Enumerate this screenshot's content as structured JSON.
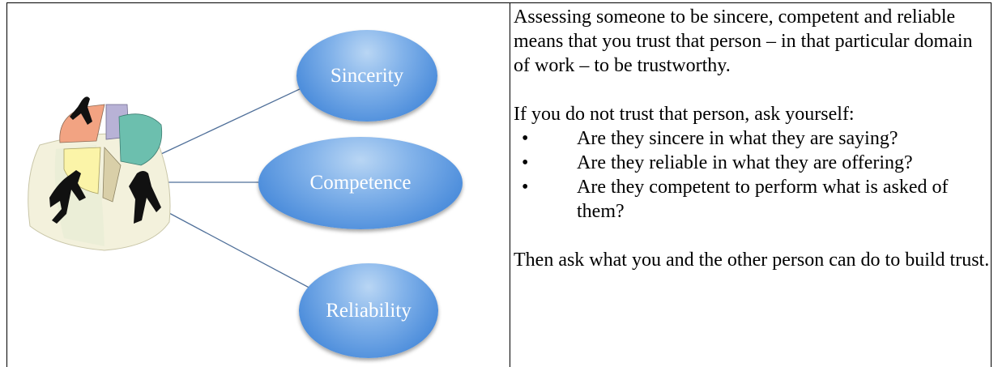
{
  "diagram": {
    "nodes": [
      {
        "label": "Sincerity"
      },
      {
        "label": "Competence"
      },
      {
        "label": "Reliability"
      }
    ],
    "center_image": "pie-chart-with-figures-icon",
    "bubble_color": "#4f8fdc",
    "line_color": "#4f6f99"
  },
  "text": {
    "paragraph1": "Assessing someone to be sincere, competent and reliable means that you trust that person – in that particular domain of work – to be trustworthy.",
    "paragraph2": "If you do not trust that person, ask yourself:",
    "bullets": [
      "Are they sincere in what they are saying?",
      "Are they reliable in what they are offering?",
      "Are they competent to perform what is asked of them?"
    ],
    "paragraph3": "Then ask what you and the other person can do to build trust."
  }
}
